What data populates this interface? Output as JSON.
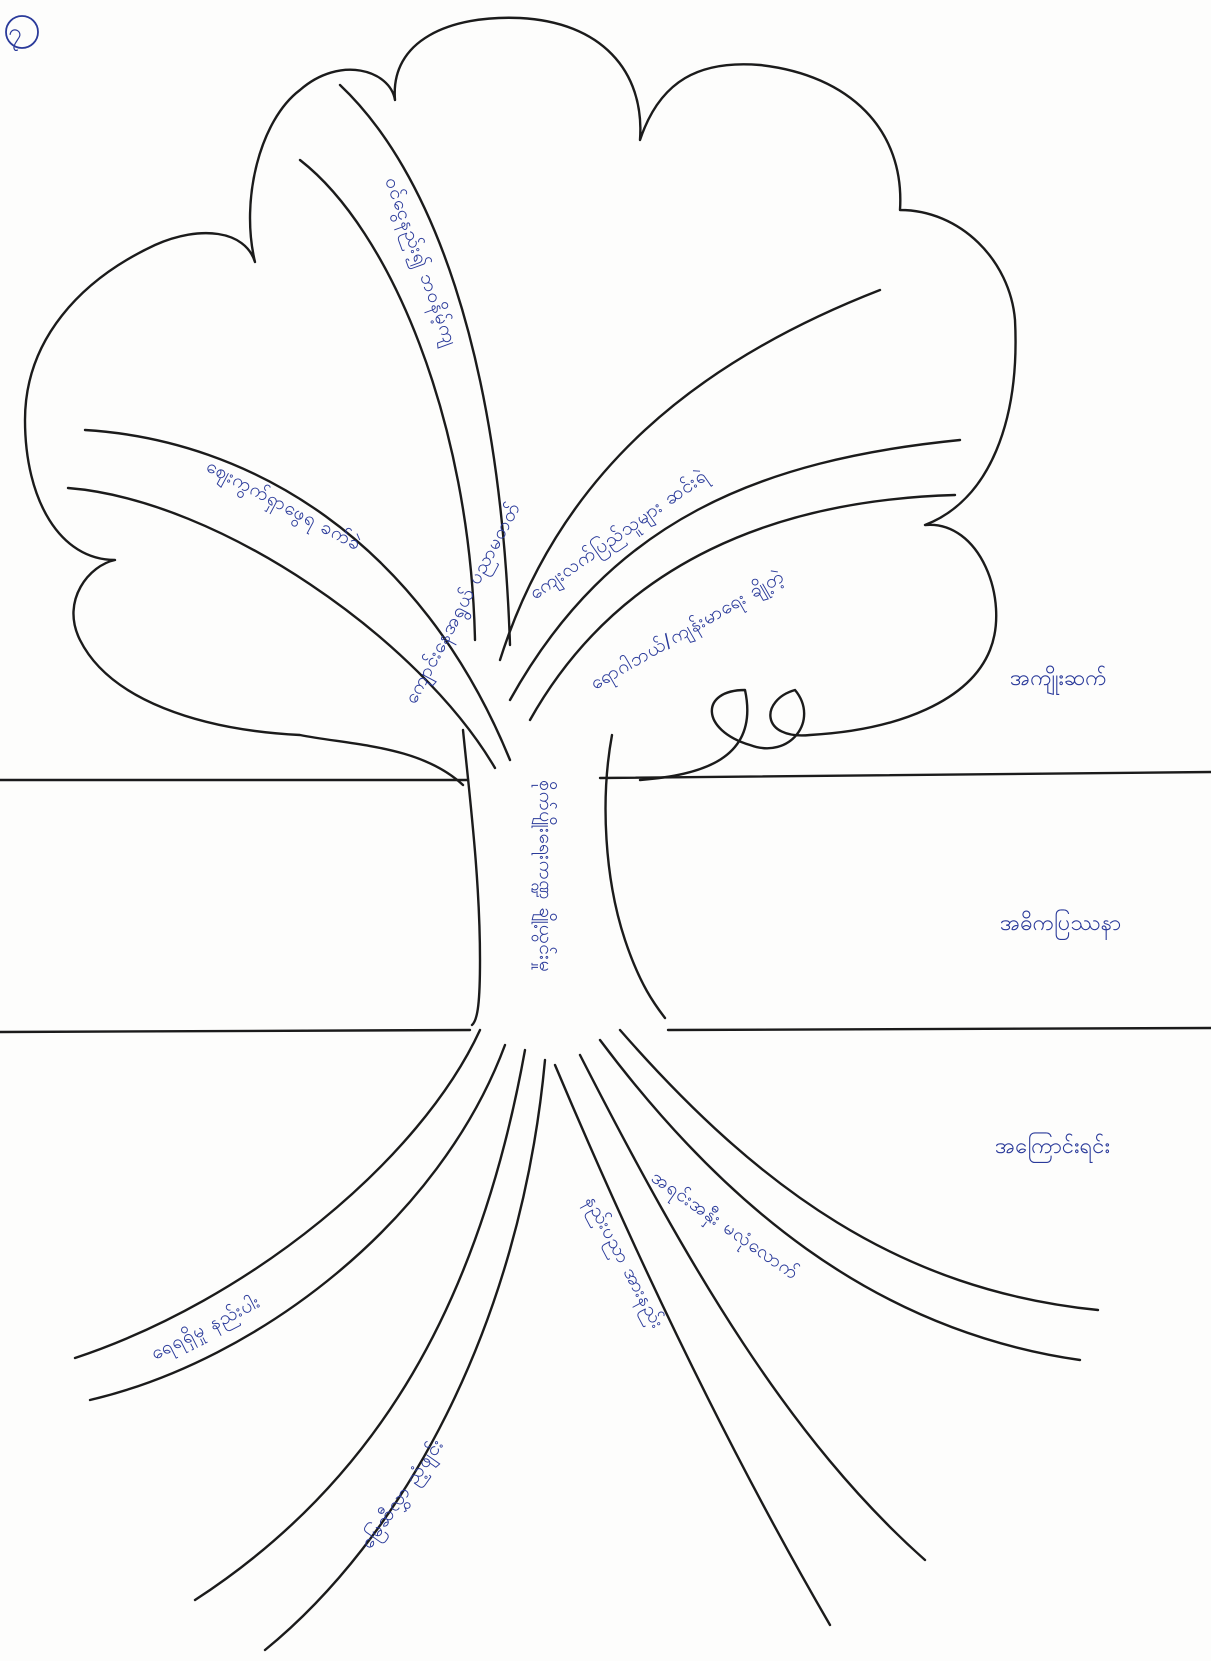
{
  "page_number": "၇",
  "side_labels": {
    "top": "အကျိုးဆက်",
    "middle": "အဓိကပြဿနာ",
    "bottom": "အကြောင်းရင်း"
  },
  "branches": [
    {
      "text": "ဈေးကွက်ရှာဖွေရ ခက်ခဲ"
    },
    {
      "text": "ဝင်ငွေနည်း၍ ဘဝနိမ့်ကျ"
    },
    {
      "text": "ကျေးလက်ပြည်သူများ ဆင်းရဲ"
    },
    {
      "text": "ရောဂါဘယ်/ကျန်းမာရေး ချို့တဲ့"
    },
    {
      "text": "ကျောင်းနေအရွယ် ပညာမတတ်"
    }
  ],
  "trunk": {
    "text": "စိုက်ပျိုးရေးကဏ္ဍ ချို့ယွင်းမှု"
  },
  "roots": [
    {
      "text": "ရေရရှိမှု နည်းပါး"
    },
    {
      "text": "မြေဆီလွှာ ညံ့ဖျင်း"
    },
    {
      "text": "နည်းပညာ အားနည်း"
    },
    {
      "text": "အရင်းအနှီး မလုံလောက်"
    }
  ],
  "colors": {
    "ink": "#1b1b1b",
    "pen": "#2a3a9a",
    "paper": "#fdfdfc"
  }
}
